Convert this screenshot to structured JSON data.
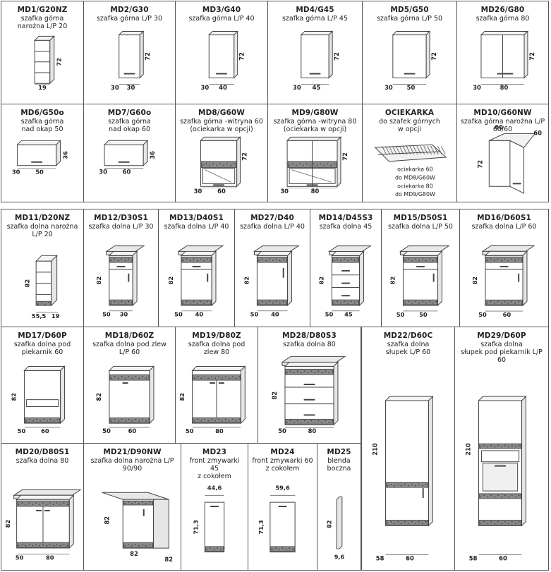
{
  "colors": {
    "line": "#444",
    "top": "#e8e8e8",
    "stone": "#8a8a8a",
    "glass": "#666"
  },
  "upper": [
    {
      "code": "MD1/G20NZ",
      "desc": "szafka górna\nnarożna L/P 20",
      "dims": [
        "72",
        "19"
      ]
    },
    {
      "code": "MD2/G30",
      "desc": "szafka górna L/P 30",
      "dims": [
        "72",
        "30",
        "30"
      ]
    },
    {
      "code": "MD3/G40",
      "desc": "szafka górna L/P 40",
      "dims": [
        "72",
        "30",
        "40"
      ]
    },
    {
      "code": "MD4/G45",
      "desc": "szafka górna L/P 45",
      "dims": [
        "72",
        "30",
        "45"
      ]
    },
    {
      "code": "MD5/G50",
      "desc": "szafka górna L/P 50",
      "dims": [
        "72",
        "30",
        "50"
      ]
    },
    {
      "code": "MD26/G80",
      "desc": "szafka górna 80",
      "dims": [
        "72",
        "30",
        "80"
      ]
    },
    {
      "code": "MD6/G50o",
      "desc": "szafka górna\nnad okap 50",
      "dims": [
        "36",
        "30",
        "50"
      ]
    },
    {
      "code": "MD7/G60o",
      "desc": "szafka górna\nnad okap 60",
      "dims": [
        "36",
        "30",
        "60"
      ]
    },
    {
      "code": "MD8/G60W",
      "desc": "szafka górna -witryna 60\n(ociekarka w opcji)",
      "dims": [
        "72",
        "30",
        "60"
      ]
    },
    {
      "code": "MD9/G80W",
      "desc": "szafka górna -witryna 80\n(ociekarka w opcji)",
      "dims": [
        "72",
        "30",
        "80"
      ]
    },
    {
      "code": "OCIEKARKA",
      "desc": "do szafek górnych\nw opcji",
      "notes": [
        "ociekarka 60",
        "do MD8/G60W",
        "ociekarka 80",
        "do MD9/G80W"
      ]
    },
    {
      "code": "MD10/G60NW",
      "desc": "szafka górna narożna L/P\n60/60",
      "dims": [
        "72",
        "60",
        "60"
      ]
    }
  ],
  "lower": [
    {
      "code": "MD11/D20NZ",
      "desc": "szafka dolna narożna\nL/P 20",
      "dims": [
        "82",
        "55,5",
        "19"
      ]
    },
    {
      "code": "MD12/D30S1",
      "desc": "szafka dolna L/P 30",
      "dims": [
        "82",
        "50",
        "30"
      ]
    },
    {
      "code": "MD13/D40S1",
      "desc": "szafka dolna L/P 40",
      "dims": [
        "82",
        "50",
        "40"
      ]
    },
    {
      "code": "MD27/D40",
      "desc": "szafka dolna L/P 40",
      "dims": [
        "82",
        "50",
        "40"
      ]
    },
    {
      "code": "MD14/D45S3",
      "desc": "szafka dolna 45",
      "dims": [
        "82",
        "50",
        "45"
      ]
    },
    {
      "code": "MD15/D50S1",
      "desc": "szafka dolna L/P 50",
      "dims": [
        "82",
        "50",
        "50"
      ]
    },
    {
      "code": "MD16/D60S1",
      "desc": "szafka dolna L/P 60",
      "dims": [
        "82",
        "50",
        "60"
      ]
    },
    {
      "code": "MD17/D60P",
      "desc": "szafka dolna pod\npiekarnik 60",
      "dims": [
        "82",
        "50",
        "60"
      ]
    },
    {
      "code": "MD18/D60Z",
      "desc": "szafka dolna pod zlew\nL/P 60",
      "dims": [
        "82",
        "50",
        "60"
      ]
    },
    {
      "code": "MD19/D80Z",
      "desc": "szafka dolna pod\nzlew 80",
      "dims": [
        "82",
        "50",
        "80"
      ]
    },
    {
      "code": "MD28/D80S3",
      "desc": "szafka dolna 80",
      "dims": [
        "82",
        "50",
        "80"
      ]
    },
    {
      "code": "MD22/D60C",
      "desc": "szafka dolna\nsłupek L/P 60",
      "dims": [
        "210",
        "58",
        "60"
      ]
    },
    {
      "code": "MD29/D60P",
      "desc": "szafka dolna\nsłupek pod piekarnik L/P 60",
      "dims": [
        "210",
        "58",
        "60"
      ]
    },
    {
      "code": "MD20/D80S1",
      "desc": "szafka dolna 80",
      "dims": [
        "82",
        "50",
        "80"
      ]
    },
    {
      "code": "MD21/D90NW",
      "desc": "szafka dolna narożna L/P\n90/90",
      "dims": [
        "82",
        "82",
        "82"
      ]
    },
    {
      "code": "MD23",
      "desc": "front zmywarki 45\nz cokołem",
      "dims": [
        "44,6",
        "71,3"
      ]
    },
    {
      "code": "MD24",
      "desc": "front zmywarki 60\nz cokołem",
      "dims": [
        "59,6",
        "71,3"
      ]
    },
    {
      "code": "MD25",
      "desc": "blenda\nboczna",
      "dims": [
        "82",
        "9,6"
      ]
    }
  ]
}
